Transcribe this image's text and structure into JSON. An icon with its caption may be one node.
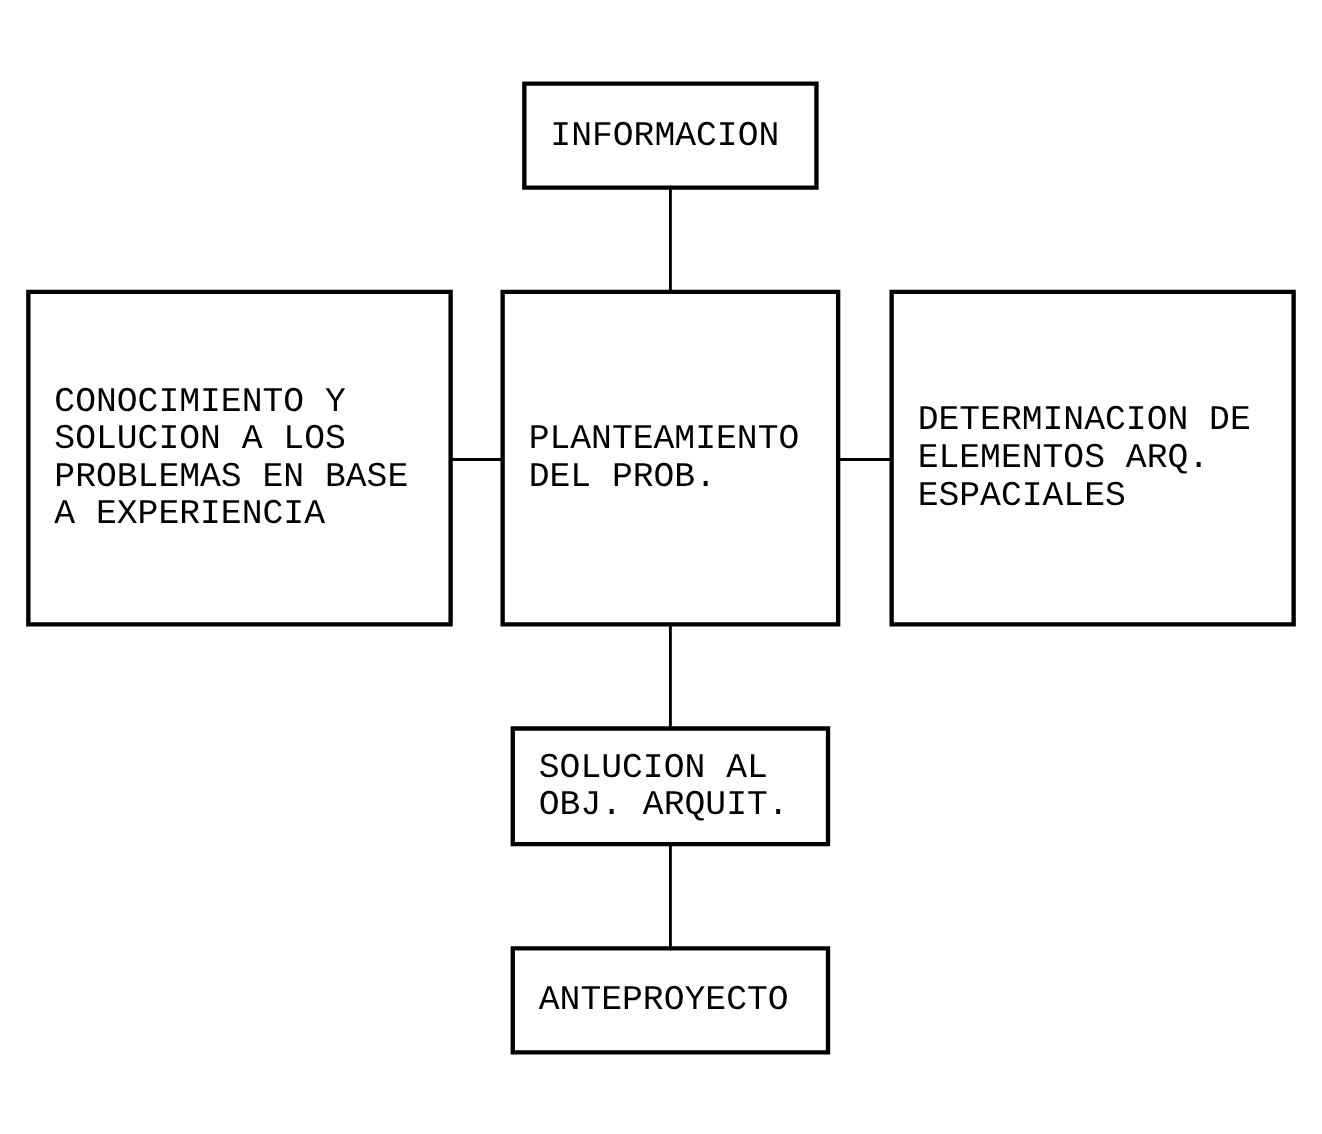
{
  "diagram": {
    "nodes": [
      {
        "text": [
          "INFORMACION"
        ]
      },
      {
        "text": [
          "CONOCIMIENTO Y SOLUCION A LOS PROBLEMAS EN BASE A EXPERIENCIA"
        ]
      },
      {
        "text": [
          "PLANTEAMIENTO DEL PROB."
        ]
      },
      {
        "text": [
          "DETERMINACION DE ELEMENTOS ARQ. ESPACIALES"
        ]
      },
      {
        "text": [
          "SOLUCION AL OBJ. ARQUIT."
        ]
      },
      {
        "text": [
          "ANTEPROYECTO"
        ]
      }
    ],
    "edges": [
      {
        "from": 0,
        "to": 2,
        "arrow": "none"
      },
      {
        "from": 1,
        "to": 2,
        "arrow": "none"
      },
      {
        "from": 2,
        "to": 3,
        "arrow": "none"
      },
      {
        "from": 2,
        "to": 4,
        "arrow": "none"
      },
      {
        "from": 4,
        "to": 5,
        "arrow": "none"
      }
    ]
  }
}
